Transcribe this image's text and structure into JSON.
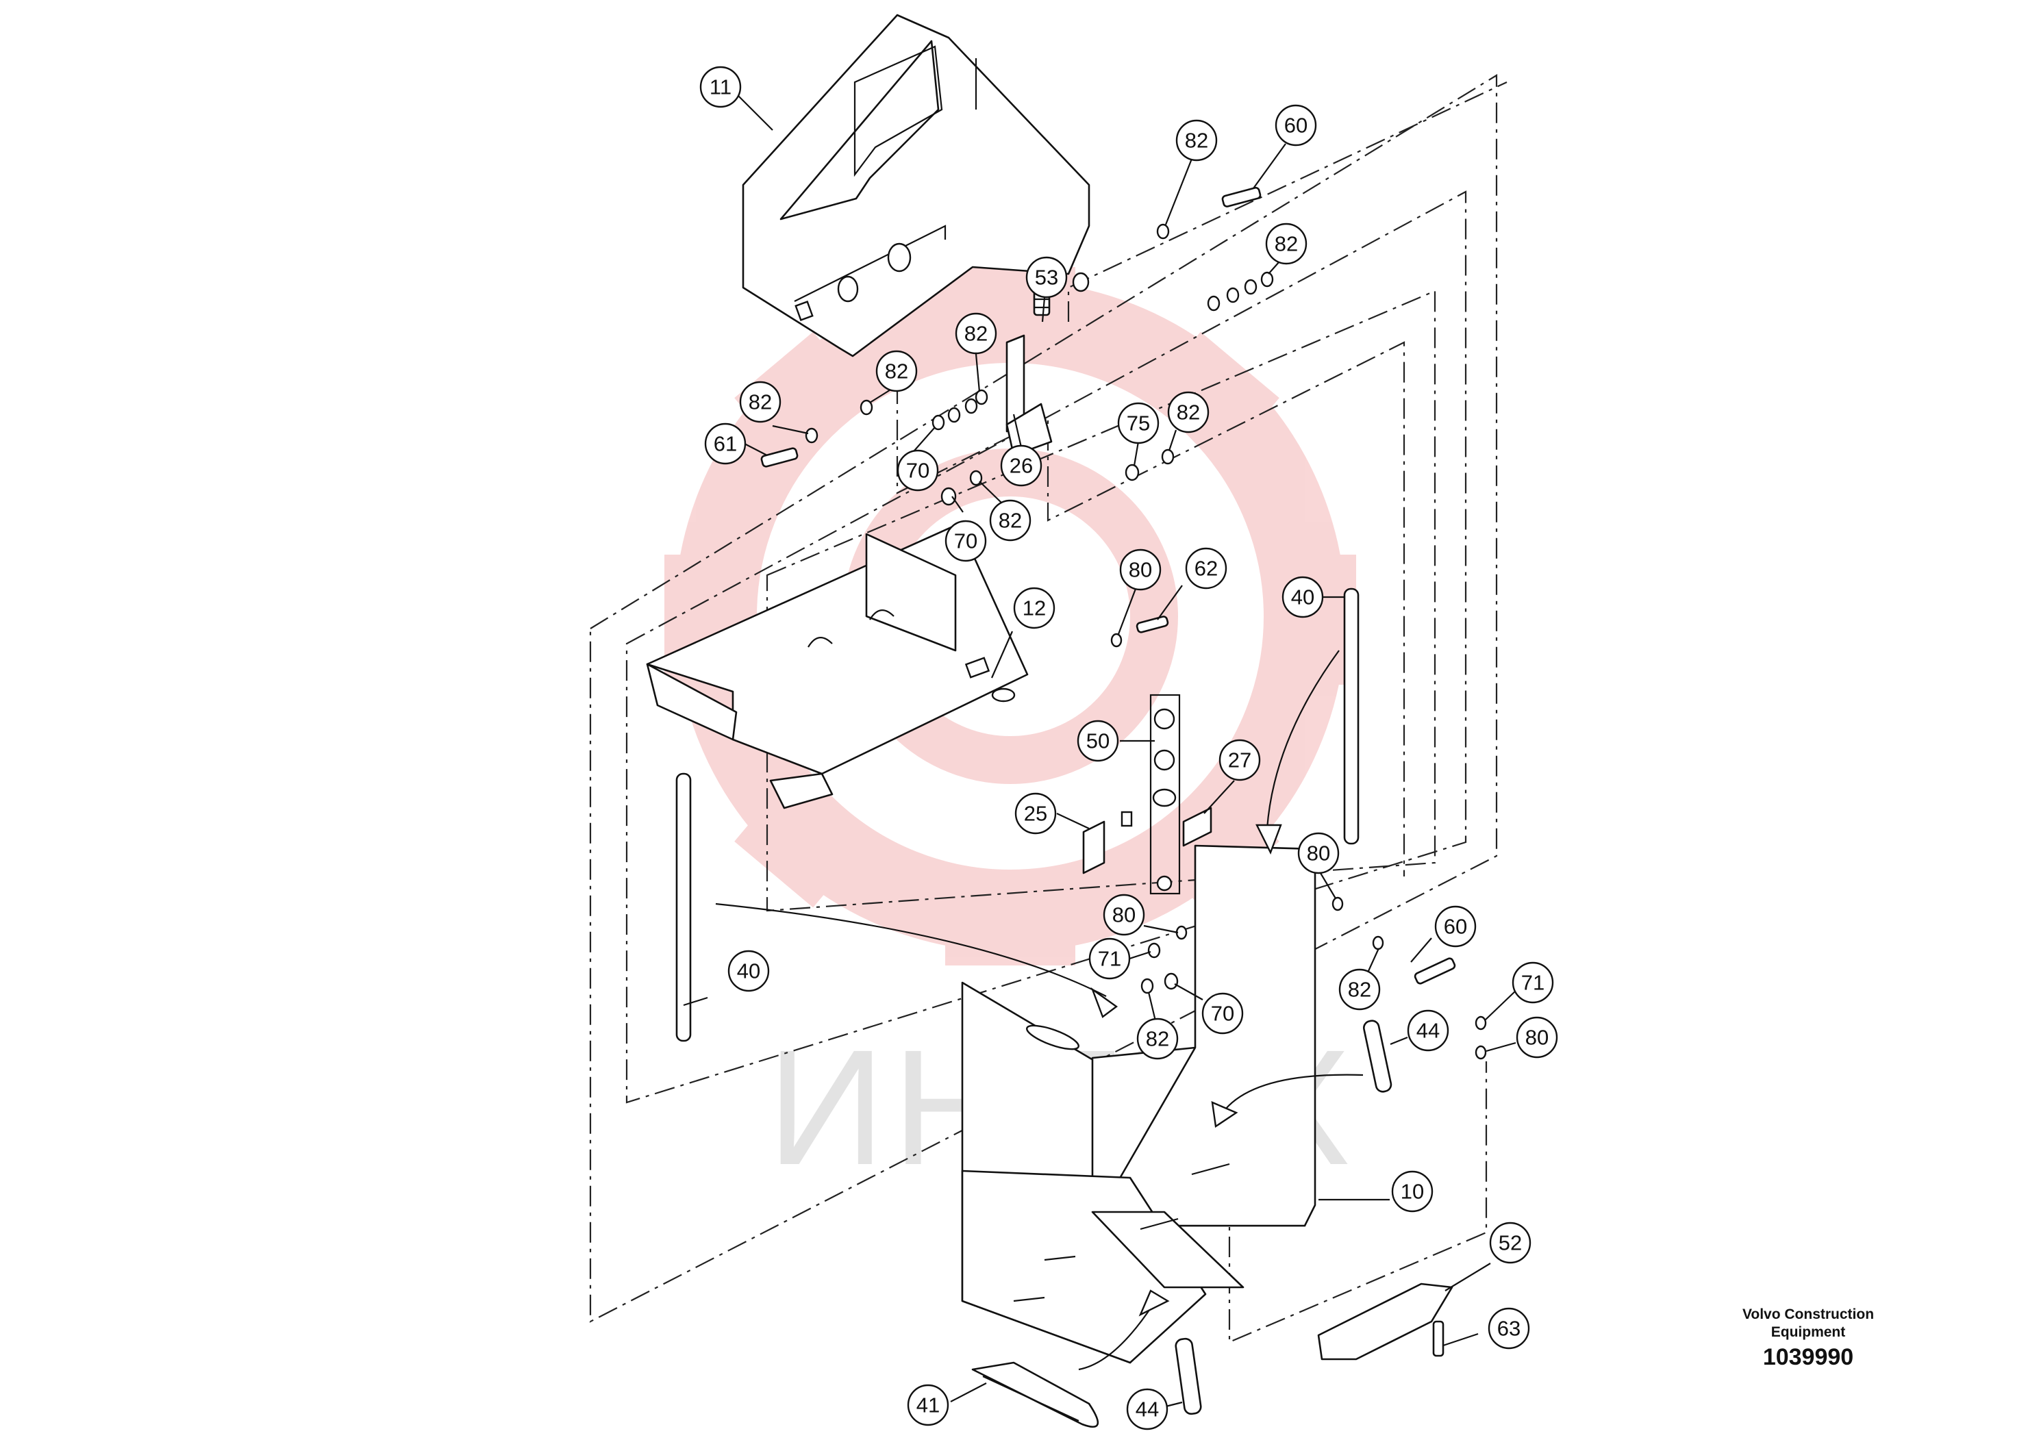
{
  "watermark": {
    "text": "ИНТЕХ",
    "logo_color": "#f4b6b6",
    "text_color": "#e3e3e3"
  },
  "caption": {
    "manufacturer": "Volvo Construction Equipment",
    "figure_number": "1039990"
  },
  "callouts": [
    {
      "id": "c-11a",
      "label": "11"
    },
    {
      "id": "c-82a",
      "label": "82"
    },
    {
      "id": "c-60a",
      "label": "60"
    },
    {
      "id": "c-82b",
      "label": "82"
    },
    {
      "id": "c-53",
      "label": "53"
    },
    {
      "id": "c-82c",
      "label": "82"
    },
    {
      "id": "c-82d",
      "label": "82"
    },
    {
      "id": "c-82e",
      "label": "82"
    },
    {
      "id": "c-61",
      "label": "61"
    },
    {
      "id": "c-70a",
      "label": "70"
    },
    {
      "id": "c-26",
      "label": "26"
    },
    {
      "id": "c-75",
      "label": "75"
    },
    {
      "id": "c-82f",
      "label": "82"
    },
    {
      "id": "c-70b",
      "label": "70"
    },
    {
      "id": "c-82g",
      "label": "82"
    },
    {
      "id": "c-80a",
      "label": "80"
    },
    {
      "id": "c-62",
      "label": "62"
    },
    {
      "id": "c-12",
      "label": "12"
    },
    {
      "id": "c-40a",
      "label": "40"
    },
    {
      "id": "c-50",
      "label": "50"
    },
    {
      "id": "c-27",
      "label": "27"
    },
    {
      "id": "c-25",
      "label": "25"
    },
    {
      "id": "c-80b",
      "label": "80"
    },
    {
      "id": "c-80c",
      "label": "80"
    },
    {
      "id": "c-71a",
      "label": "71"
    },
    {
      "id": "c-40b",
      "label": "40"
    },
    {
      "id": "c-60b",
      "label": "60"
    },
    {
      "id": "c-82h",
      "label": "82"
    },
    {
      "id": "c-70c",
      "label": "70"
    },
    {
      "id": "c-82i",
      "label": "82"
    },
    {
      "id": "c-71b",
      "label": "71"
    },
    {
      "id": "c-44a",
      "label": "44"
    },
    {
      "id": "c-80d",
      "label": "80"
    },
    {
      "id": "c-10",
      "label": "10"
    },
    {
      "id": "c-52",
      "label": "52"
    },
    {
      "id": "c-63",
      "label": "63"
    },
    {
      "id": "c-41",
      "label": "41"
    },
    {
      "id": "c-44b",
      "label": "44"
    }
  ]
}
